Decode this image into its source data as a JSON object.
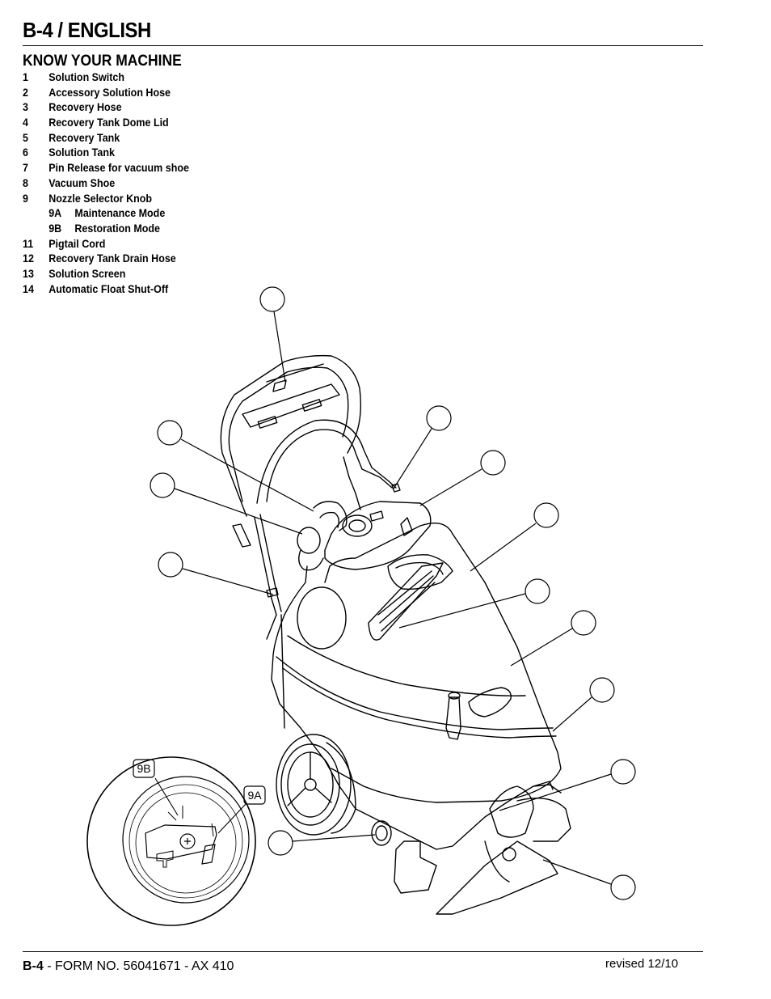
{
  "header": {
    "page_title": "B-4 / ENGLISH"
  },
  "section": {
    "title": "KNOW YOUR MACHINE"
  },
  "parts": [
    {
      "num": "1",
      "label": "Solution Switch"
    },
    {
      "num": "2",
      "label": "Accessory Solution Hose"
    },
    {
      "num": "3",
      "label": "Recovery Hose"
    },
    {
      "num": "4",
      "label": "Recovery Tank Dome Lid"
    },
    {
      "num": "5",
      "label": "Recovery Tank"
    },
    {
      "num": "6",
      "label": "Solution Tank"
    },
    {
      "num": "7",
      "label": "Pin Release for vacuum shoe"
    },
    {
      "num": "8",
      "label": "Vacuum Shoe"
    },
    {
      "num": "9",
      "label": "Nozzle Selector Knob"
    },
    {
      "num": "9A",
      "label": "Maintenance Mode",
      "sub": true
    },
    {
      "num": "9B",
      "label": "Restoration Mode",
      "sub": true
    },
    {
      "num": "11",
      "label": "Pigtail Cord"
    },
    {
      "num": "12",
      "label": "Recovery Tank Drain Hose"
    },
    {
      "num": "13",
      "label": "Solution Screen"
    },
    {
      "num": "14",
      "label": "Automatic Float Shut-Off"
    }
  ],
  "diagram": {
    "callout_9b": "9B",
    "callout_9a": "9A"
  },
  "footer": {
    "page_ref": "B-4",
    "form_text": " - FORM NO. 56041671 - AX 410",
    "revised": "revised 12/10"
  }
}
